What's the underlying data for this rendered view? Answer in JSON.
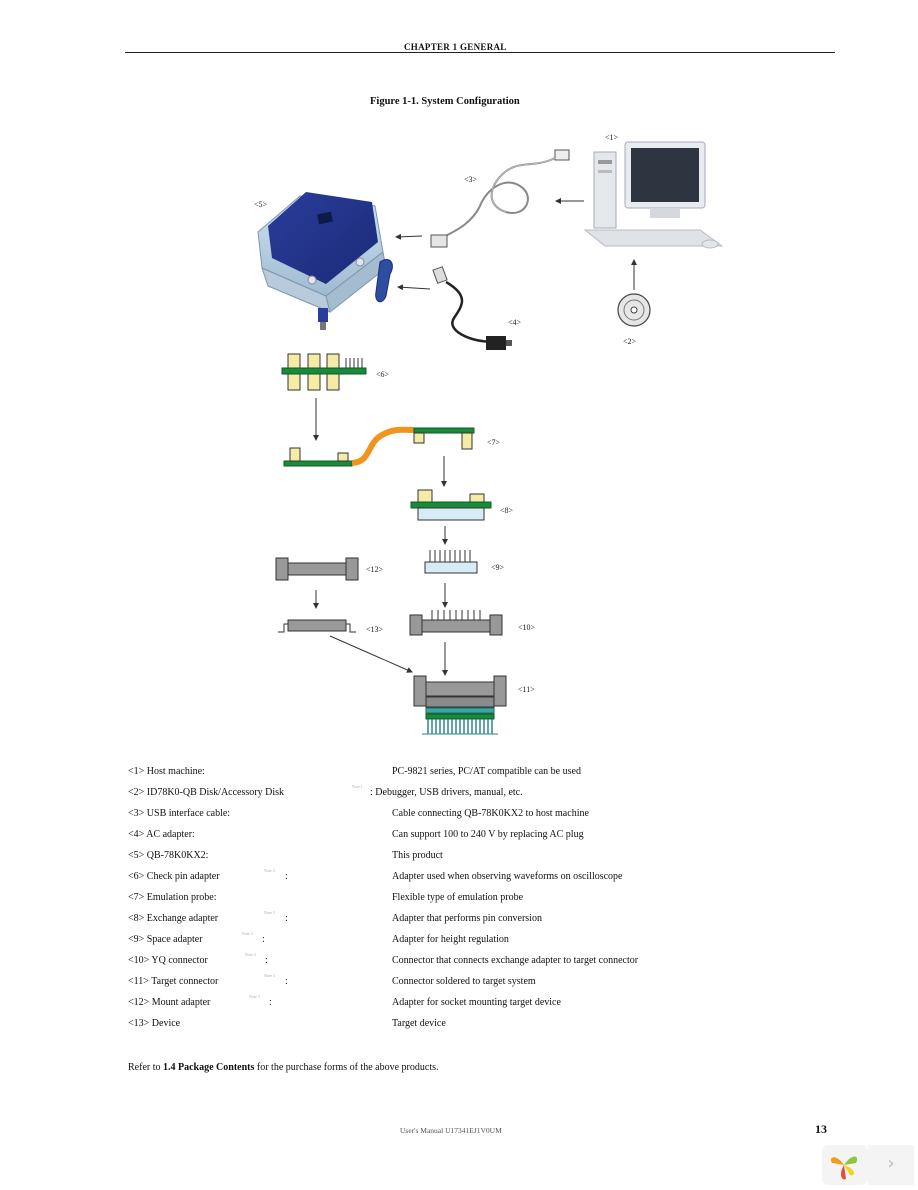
{
  "header": {
    "chapter": "CHAPTER 1   GENERAL"
  },
  "figure": {
    "title": "Figure 1-1.  System Configuration",
    "labels": {
      "l1": "<1>",
      "l2": "<2>",
      "l3": "<3>",
      "l4": "<4>",
      "l5": "<5>",
      "l6": "<6>",
      "l7": "<7>",
      "l8": "<8>",
      "l9": "<9>",
      "l10": "<10>",
      "l11": "<11>",
      "l12": "<12>",
      "l13": "<13>"
    }
  },
  "items": [
    {
      "label": "<1> Host machine:",
      "desc": "PC-9821 series, PC/AT compatible can be used",
      "note": ""
    },
    {
      "label": "<2> ID78K0-QB Disk/Accessory Disk",
      "desc": ":   Debugger, USB drivers, manual, etc.",
      "note": "Note 1"
    },
    {
      "label": "<3> USB interface cable:",
      "desc": "Cable connecting QB-78K0KX2 to host machine",
      "note": ""
    },
    {
      "label": "<4> AC adapter:",
      "desc": "Can support 100 to 240 V by replacing AC plug",
      "note": ""
    },
    {
      "label": "<5> QB-78K0KX2:",
      "desc": "This product",
      "note": ""
    },
    {
      "label": "<6> Check pin adapter",
      "desc": "Adapter used when observing waveforms on oscilloscope",
      "note": "Note 2"
    },
    {
      "label": "<7> Emulation probe:",
      "desc": "Flexible type of emulation probe",
      "note": ""
    },
    {
      "label": "<8> Exchange adapter",
      "desc": "Adapter that performs pin conversion",
      "note": "Note 3"
    },
    {
      "label": "<9> Space adapter",
      "desc": "Adapter for height regulation",
      "note": "Note 3"
    },
    {
      "label": "<10> YQ connector",
      "desc": "Connector that connects exchange adapter to target connector",
      "note": "Note 3"
    },
    {
      "label": "<11> Target connector",
      "desc": "Connector soldered to target system",
      "note": "Note 3"
    },
    {
      "label": "<12> Mount adapter",
      "desc": "Adapter for socket mounting target device",
      "note": "Note 3"
    },
    {
      "label": "<13> Device",
      "desc": "Target device",
      "note": ""
    }
  ],
  "refer": {
    "pre": "Refer to ",
    "bold": "1.4  Package Contents",
    "post": " for the purchase forms of the above products."
  },
  "footer": {
    "manual": "User's Manual  U17341EJ1V0UM",
    "page": "13"
  },
  "viewer": {
    "next_glyph": "›"
  }
}
